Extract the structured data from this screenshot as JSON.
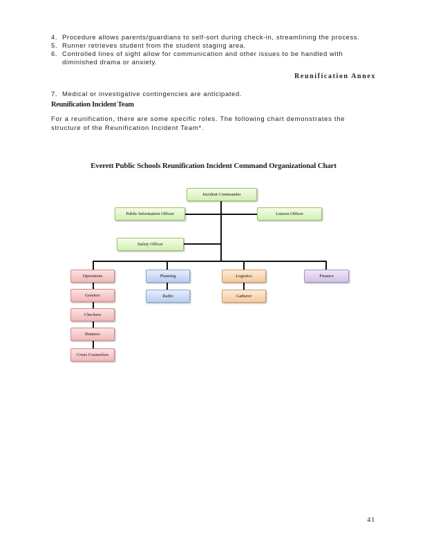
{
  "list_items": [
    {
      "num": "4.",
      "text": "Procedure allows parents/guardians to self-sort during check-in, streamlining the process."
    },
    {
      "num": "5.",
      "text": "Runner retrieves student from  the student staging area."
    },
    {
      "num": "6.",
      "text": "Controlled lines of sight allow for communication and other issues to be handled with diminished drama or anxiety."
    }
  ],
  "annex_label": "Reunification Annex",
  "item7": {
    "num": "7.",
    "text": "Medical or investigative contingencies are anticipated."
  },
  "section_heading": "Reunification Incident Team",
  "paragraph": "For a reunification, there are some specific roles. The following chart demonstrates the structure of the Reunification Incident Team*.",
  "chart": {
    "title": "Everett Public Schools Reunification Incident Command Organizational Chart",
    "boxes": {
      "incident_commander": "Incident Commander",
      "public_information_officer": "Public Information Officer",
      "liaison_officer": "Liaison Officer",
      "safety_officer": "Safety Officer",
      "operations": "Operations",
      "greeters": "Greeters",
      "checkers": "Checkers",
      "runners": "Runners",
      "crisis_counselors": "Crisis Counselors",
      "planning": "Planning",
      "radio": "Radio",
      "logistics": "Logistics",
      "gatherer": "Gatherer",
      "finance": "Finance"
    },
    "colors": {
      "command": "#d3f0b4",
      "operations": "#f2b7b7",
      "planning": "#b9cdef",
      "logistics": "#f6c99b",
      "finance": "#d2c0e8"
    }
  },
  "page_number": "41"
}
